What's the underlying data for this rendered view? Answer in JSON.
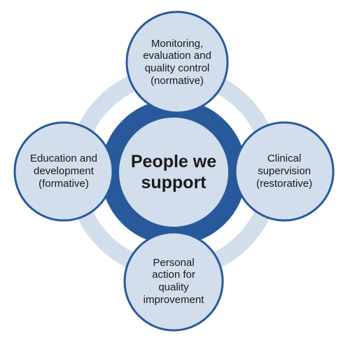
{
  "diagram": {
    "center": {
      "label": "People we\nsupport"
    },
    "nodes": {
      "top": "Monitoring,\nevaluation and\nquality control\n(normative)",
      "left": "Education and\ndevelopment\n(formative)",
      "right": "Clinical\nsupervision\n(restorative)",
      "bottom": "Personal\naction for\nquality\nimprovement"
    }
  },
  "colors": {
    "outer_ring": "#d2deec",
    "inner_ring": "#285a9b",
    "node_fill": "#d2deec",
    "node_stroke": "#285a9b",
    "center_fill": "#d2deec",
    "text": "#1a1a1a"
  }
}
